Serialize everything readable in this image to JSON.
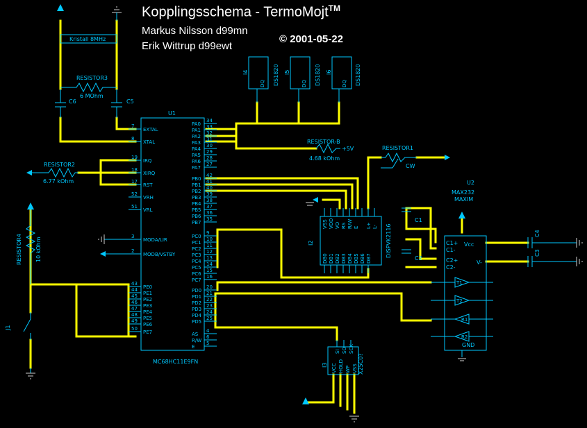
{
  "header": {
    "title": "Kopplingsschema - TermoMojt",
    "title_mark": "TM",
    "author1": "Markus Nilsson d99mn",
    "author2": "Erik Wittrup d99ewt",
    "date": "© 2001-05-22"
  },
  "labels": {
    "crystal": "Kristall 8MHz",
    "res3": "RESISTOR3",
    "res3_val": "6 MOhm",
    "c6": "C6",
    "c5": "C5",
    "res2": "RESISTOR2",
    "res2_val": "6.77 kOhm",
    "res4": "RESISTOR4",
    "res4_val": "10 kOhm",
    "j1": "J1",
    "u1": "U1",
    "u1_part": "MC68HC11E9FN",
    "i4": "I4",
    "i5": "I5",
    "i6": "I6",
    "ds": "DS1820",
    "dq": "DQ",
    "resb": "RESISTOR-B",
    "resb_val": "4.68 kOhm",
    "plus5": "+5V",
    "res1": "RESISTOR1",
    "cw": "CW",
    "u2": "U2",
    "max232": "MAX232",
    "maxim": "MAXIM",
    "i2": "I2",
    "disp": "DISPVK2116",
    "i3": "I3",
    "x25": "X25C0?",
    "c1": "C1",
    "c2": "C2",
    "c3": "C3",
    "c4": "C4",
    "vcc": "Vcc",
    "vminus": "V-",
    "gnd": "GND",
    "t1": "T1",
    "t2": "T2",
    "r1": "R1",
    "r2": "R2"
  },
  "u1_left_pins": [
    {
      "num": "7",
      "name": "EXTAL"
    },
    {
      "num": "8",
      "name": "XTAL"
    },
    {
      "num": "19",
      "name": "IRQ"
    },
    {
      "num": "18",
      "name": "XIRQ"
    },
    {
      "num": "17",
      "name": "RST"
    },
    {
      "num": "52",
      "name": "VRH"
    },
    {
      "num": "51",
      "name": "VRL"
    },
    {
      "num": "3",
      "name": "MODA/LIR"
    },
    {
      "num": "2",
      "name": "MODB/VSTBY"
    },
    {
      "num": "43",
      "name": "PE0"
    },
    {
      "num": "44",
      "name": "PE1"
    },
    {
      "num": "45",
      "name": "PE2"
    },
    {
      "num": "46",
      "name": "PE3"
    },
    {
      "num": "47",
      "name": "PE4"
    },
    {
      "num": "48",
      "name": "PE5"
    },
    {
      "num": "49",
      "name": "PE6"
    },
    {
      "num": "50",
      "name": "PE7"
    }
  ],
  "u1_right_pins": [
    {
      "num": "34",
      "name": "PA0"
    },
    {
      "num": "33",
      "name": "PA1"
    },
    {
      "num": "32",
      "name": "PA2"
    },
    {
      "num": "31",
      "name": "PA3"
    },
    {
      "num": "30",
      "name": "PA4"
    },
    {
      "num": "29",
      "name": "PA5"
    },
    {
      "num": "28",
      "name": "PA6"
    },
    {
      "num": "27",
      "name": "PA7"
    },
    {
      "num": "42",
      "name": "PB0"
    },
    {
      "num": "41",
      "name": "PB1"
    },
    {
      "num": "40",
      "name": "PB2"
    },
    {
      "num": "39",
      "name": "PB3"
    },
    {
      "num": "38",
      "name": "PB4"
    },
    {
      "num": "37",
      "name": "PB5"
    },
    {
      "num": "36",
      "name": "PB6"
    },
    {
      "num": "35",
      "name": "PB7"
    },
    {
      "num": "9",
      "name": "PC0"
    },
    {
      "num": "10",
      "name": "PC1"
    },
    {
      "num": "11",
      "name": "PC2"
    },
    {
      "num": "12",
      "name": "PC3"
    },
    {
      "num": "13",
      "name": "PC4"
    },
    {
      "num": "14",
      "name": "PC5"
    },
    {
      "num": "15",
      "name": "PC6"
    },
    {
      "num": "16",
      "name": "PC7"
    },
    {
      "num": "20",
      "name": "PD0"
    },
    {
      "num": "21",
      "name": "PD1"
    },
    {
      "num": "22",
      "name": "PD2"
    },
    {
      "num": "23",
      "name": "PD3"
    },
    {
      "num": "24",
      "name": "PD4"
    },
    {
      "num": "25",
      "name": "PD5"
    },
    {
      "num": "4",
      "name": "AS"
    },
    {
      "num": "6",
      "name": "R/W"
    },
    {
      "num": "5",
      "name": "E"
    }
  ],
  "disp_top_pins": [
    "VSS",
    "VDD",
    "VO",
    "RS",
    "R/W",
    "E",
    "",
    "L+",
    "L-"
  ],
  "disp_bottom_pins": [
    "DB0",
    "DB1",
    "DB2",
    "DB3",
    "DB4",
    "DB5",
    "DB6",
    "DB7"
  ],
  "x25_top_pins": [
    "SI",
    "SO",
    "SCK"
  ],
  "x25_bottom_pins": [
    "VCC",
    "HOLD",
    "WP",
    "VSS"
  ],
  "max_pins": {
    "c1p": "C1+",
    "c1m": "C1-",
    "c2p": "C2+",
    "c2m": "C2-"
  },
  "colors": {
    "background": "#000000",
    "wire": "#ffff00",
    "component": "#00c8ff",
    "text": "#ffffff"
  }
}
